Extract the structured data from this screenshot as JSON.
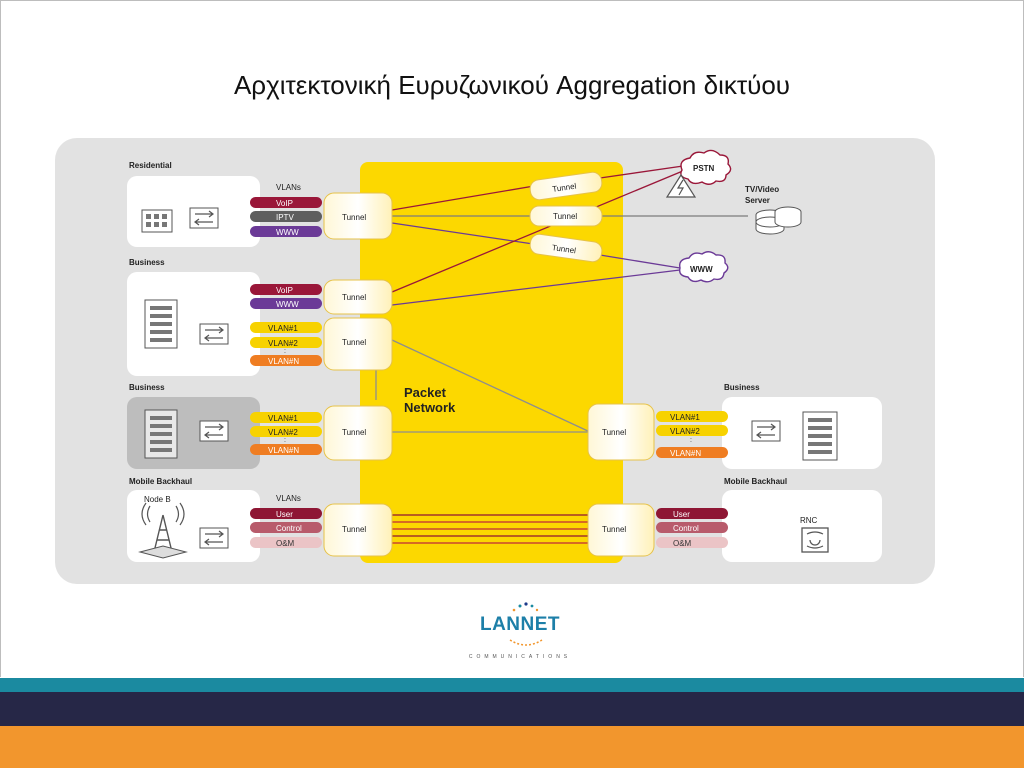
{
  "slide": {
    "title": "Αρχιτεκτονική Ευρυζωνικού Aggregation δικτύου"
  },
  "diagram": {
    "core_label_1": "Packet",
    "core_label_2": "Network",
    "sections": {
      "residential": "Residential",
      "business_1": "Business",
      "business_2": "Business",
      "business_right": "Business",
      "mobile_left": "Mobile Backhaul",
      "mobile_right": "Mobile Backhaul"
    },
    "vlans_label_1": "VLANs",
    "vlans_label_2": "VLANs",
    "node_b": "Node B",
    "rnc": "RNC",
    "pstn": "PSTN",
    "www": "WWW",
    "tv_video_1": "TV/Video",
    "tv_video_2": "Server",
    "tunnel": "Tunnel",
    "residential_vlans": [
      "VoIP",
      "IPTV",
      "WWW"
    ],
    "business1_vlans_a": [
      "VoIP",
      "WWW"
    ],
    "business1_vlans_b": [
      "VLAN#1",
      "VLAN#2",
      "VLAN#N"
    ],
    "business2_vlans": [
      "VLAN#1",
      "VLAN#2",
      "VLAN#N"
    ],
    "business_right_vlans": [
      "VLAN#1",
      "VLAN#2",
      "VLAN#N"
    ],
    "mobile_vlans": [
      "User",
      "Control",
      "O&M"
    ],
    "mobile_right_vlans": [
      "User",
      "Control",
      "O&M"
    ],
    "ellipsis": ":"
  },
  "logo": {
    "name": "LANNET",
    "tagline": "COMMUNICATIONS"
  },
  "colors": {
    "voip": "#9a1739",
    "iptv": "#5e5e5e",
    "www": "#6b3a97",
    "vlan_yellow": "#f7d200",
    "vlan_orange": "#ef7d22",
    "user": "#8e1634",
    "control": "#b85b6b",
    "om": "#ebc4c6",
    "core": "#fcd800",
    "panel": "#e2e2e2"
  }
}
